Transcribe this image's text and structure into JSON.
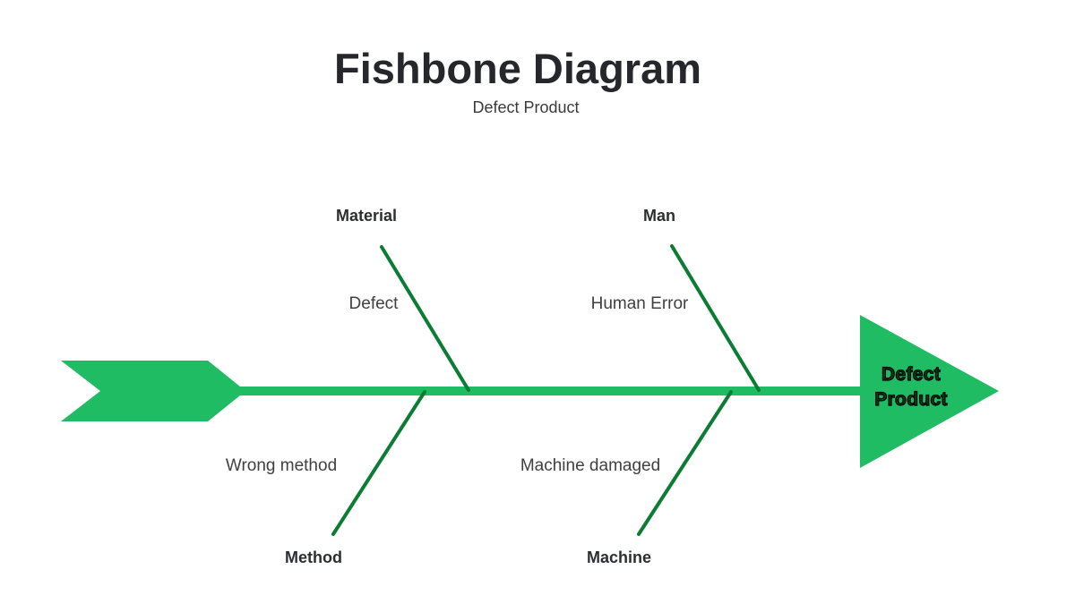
{
  "title": "Fishbone Diagram",
  "subtitle": "Defect Product",
  "head": {
    "label": "Defect Product"
  },
  "colors": {
    "background": "#ffffff",
    "spine": "#1fbc64",
    "bone": "#0b7d33",
    "title_text": "#25272c",
    "subtitle_text": "#3a3a3a",
    "category_text": "#2c2e33",
    "cause_text": "#404040",
    "head_text": "#000000"
  },
  "bones": [
    {
      "id": "material",
      "category": "Material",
      "cause": "Defect",
      "position": "top-left"
    },
    {
      "id": "man",
      "category": "Man",
      "cause": "Human Error",
      "position": "top-right"
    },
    {
      "id": "method",
      "category": "Method",
      "cause": "Wrong method",
      "position": "bottom-left"
    },
    {
      "id": "machine",
      "category": "Machine",
      "cause": "Machine damaged",
      "position": "bottom-right"
    }
  ]
}
